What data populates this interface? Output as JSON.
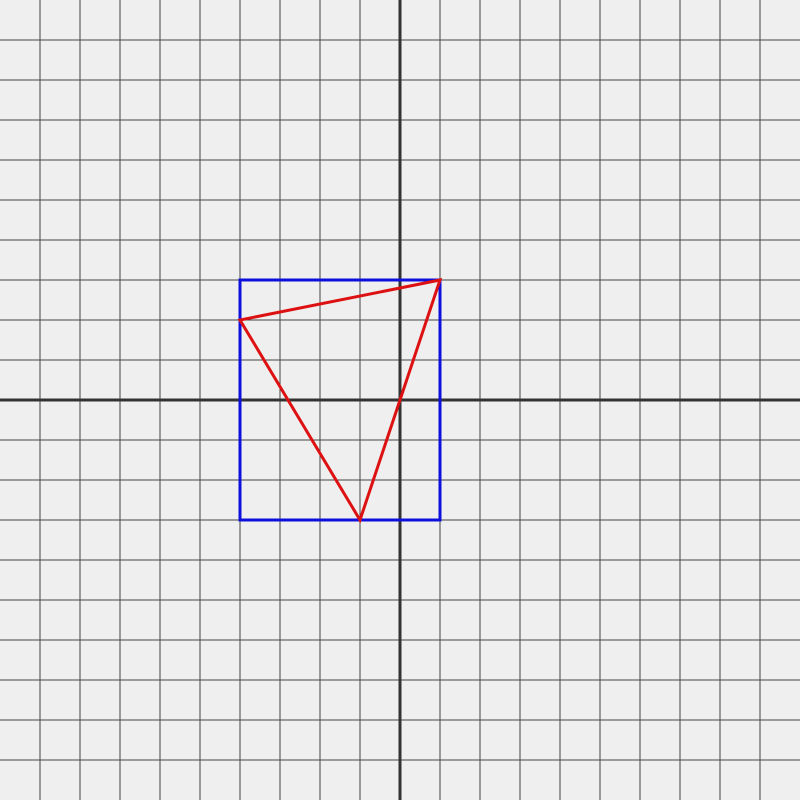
{
  "chart_data": {
    "type": "diagram",
    "xlim": [
      -10,
      10
    ],
    "ylim": [
      -10,
      10
    ],
    "grid": true,
    "grid_step": 1,
    "axes": true,
    "colors": {
      "background": "#efefef",
      "grid": "#444444",
      "axis": "#333333",
      "rectangle": "#1010dd",
      "triangle": "#dd1111"
    },
    "rectangle": {
      "x_min": -4,
      "x_max": 1,
      "y_min": -3,
      "y_max": 3
    },
    "triangle": {
      "vertices": [
        {
          "x": 1,
          "y": 3
        },
        {
          "x": -4,
          "y": 2
        },
        {
          "x": -1,
          "y": -3
        }
      ]
    }
  }
}
